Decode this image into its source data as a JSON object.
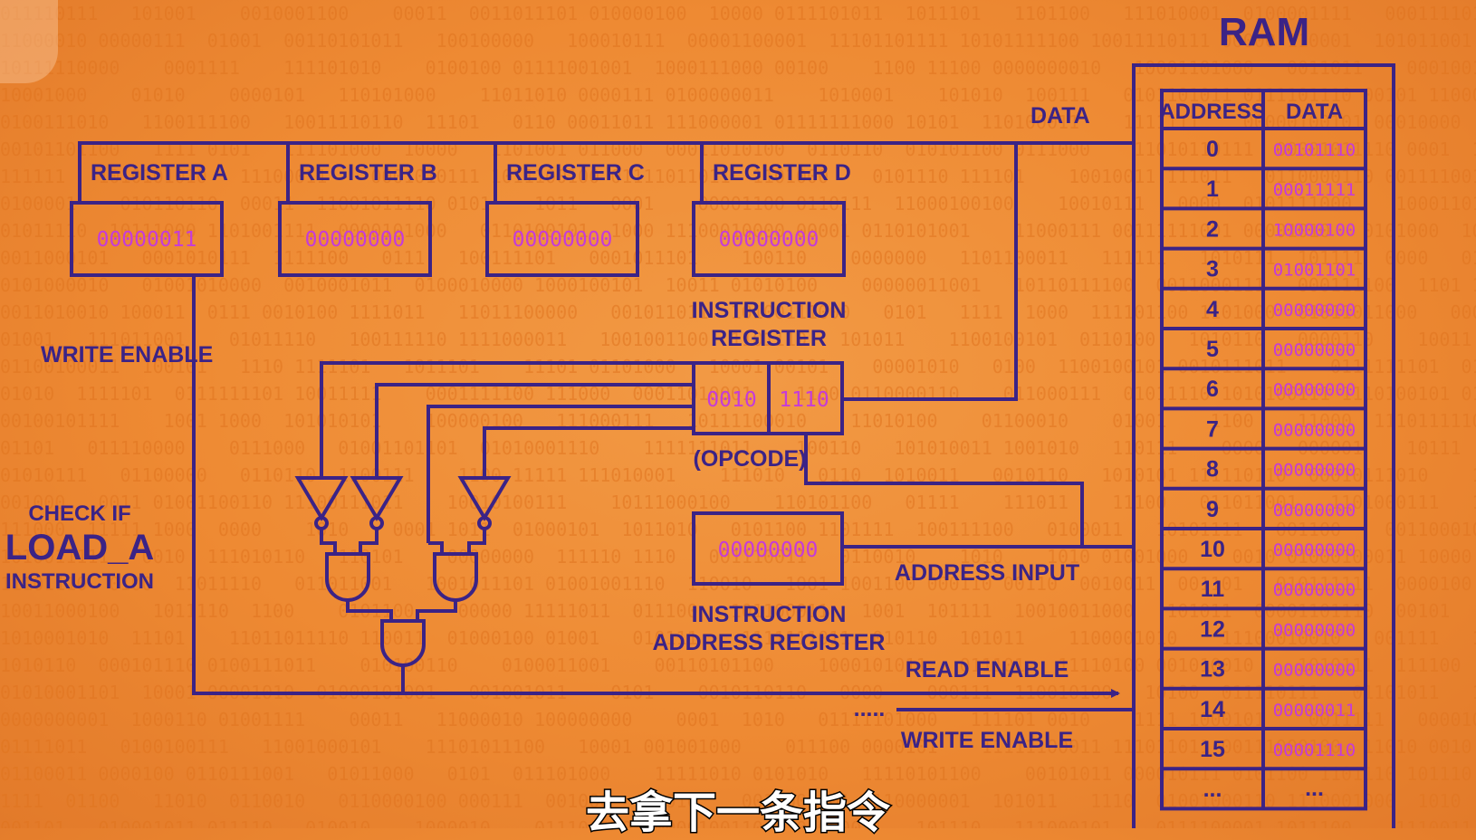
{
  "ram": {
    "title": "RAM",
    "headers": [
      "ADDRESS",
      "DATA"
    ],
    "rows": [
      {
        "address": "0",
        "data": "00101110"
      },
      {
        "address": "1",
        "data": "00011111"
      },
      {
        "address": "2",
        "data": "10000100"
      },
      {
        "address": "3",
        "data": "01001101"
      },
      {
        "address": "4",
        "data": "00000000"
      },
      {
        "address": "5",
        "data": "00000000"
      },
      {
        "address": "6",
        "data": "00000000"
      },
      {
        "address": "7",
        "data": "00000000"
      },
      {
        "address": "8",
        "data": "00000000"
      },
      {
        "address": "9",
        "data": "00000000"
      },
      {
        "address": "10",
        "data": "00000000"
      },
      {
        "address": "11",
        "data": "00000000"
      },
      {
        "address": "12",
        "data": "00000000"
      },
      {
        "address": "13",
        "data": "00000000"
      },
      {
        "address": "14",
        "data": "00000011"
      },
      {
        "address": "15",
        "data": "00001110"
      },
      {
        "address": "...",
        "data": "..."
      }
    ]
  },
  "registers": [
    {
      "name": "REGISTER A",
      "value": "00000011"
    },
    {
      "name": "REGISTER B",
      "value": "00000000"
    },
    {
      "name": "REGISTER C",
      "value": "00000000"
    },
    {
      "name": "REGISTER D",
      "value": "00000000"
    }
  ],
  "instruction_register": {
    "label_line1": "INSTRUCTION",
    "label_line2": "REGISTER",
    "opcode": "0010",
    "operand": "1110",
    "opcode_label": "(OPCODE)"
  },
  "instruction_address_register": {
    "value": "00000000",
    "label_line1": "INSTRUCTION",
    "label_line2": "ADDRESS REGISTER"
  },
  "labels": {
    "data": "DATA",
    "write_enable_left": "WRITE ENABLE",
    "check_if": "CHECK IF",
    "load_a": "LOAD_A",
    "instruction": "INSTRUCTION",
    "address_input": "ADDRESS INPUT",
    "read_enable": "READ ENABLE",
    "write_enable_right": "WRITE ENABLE",
    "dots": "....."
  },
  "subtitle": "去拿下一条指令",
  "colors": {
    "background": "#ee8a33",
    "line": "#3b2386",
    "value": "#c53bd9"
  }
}
